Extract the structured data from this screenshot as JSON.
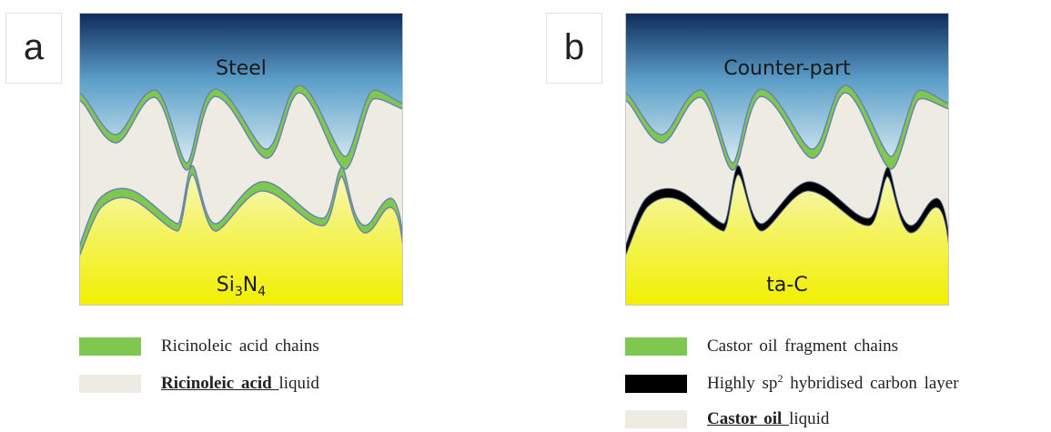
{
  "panels": [
    {
      "letter": "a",
      "top_material": "Steel",
      "bottom_material": {
        "base": "Si",
        "sub1": "3",
        "mid": "N",
        "sub2": "4"
      },
      "legend": [
        {
          "icon": "green-swatch",
          "color": "#7ec850",
          "text": "Ricinoleic  acid chains"
        },
        {
          "icon": "beige-swatch",
          "color": "#eeebe3",
          "bold": "Ricinoleic acid ",
          "text": "liquid"
        }
      ]
    },
    {
      "letter": "b",
      "top_material": "Counter-part",
      "bottom_material": "ta-C",
      "legend": [
        {
          "icon": "green-swatch",
          "color": "#7ec850",
          "text": "Castor oil fragment chains"
        },
        {
          "icon": "black-swatch",
          "color": "#000000",
          "pre": "Highly sp",
          "sup": "2",
          "post": " hybridised carbon layer"
        },
        {
          "icon": "beige-swatch",
          "color": "#eeebe3",
          "bold": "Castor oil ",
          "text": "liquid"
        }
      ]
    }
  ],
  "colors": {
    "steel_top": "#0e2a5c",
    "steel_mid": "#5c9fc8",
    "steel_light": "#d6eaf2",
    "liquid": "#eeebe3",
    "substrate_top": "#f6f7c4",
    "substrate_bottom": "#f2ef00",
    "chains": "#7ec850",
    "carbon": "#000000",
    "outline": "#6b84ad"
  }
}
